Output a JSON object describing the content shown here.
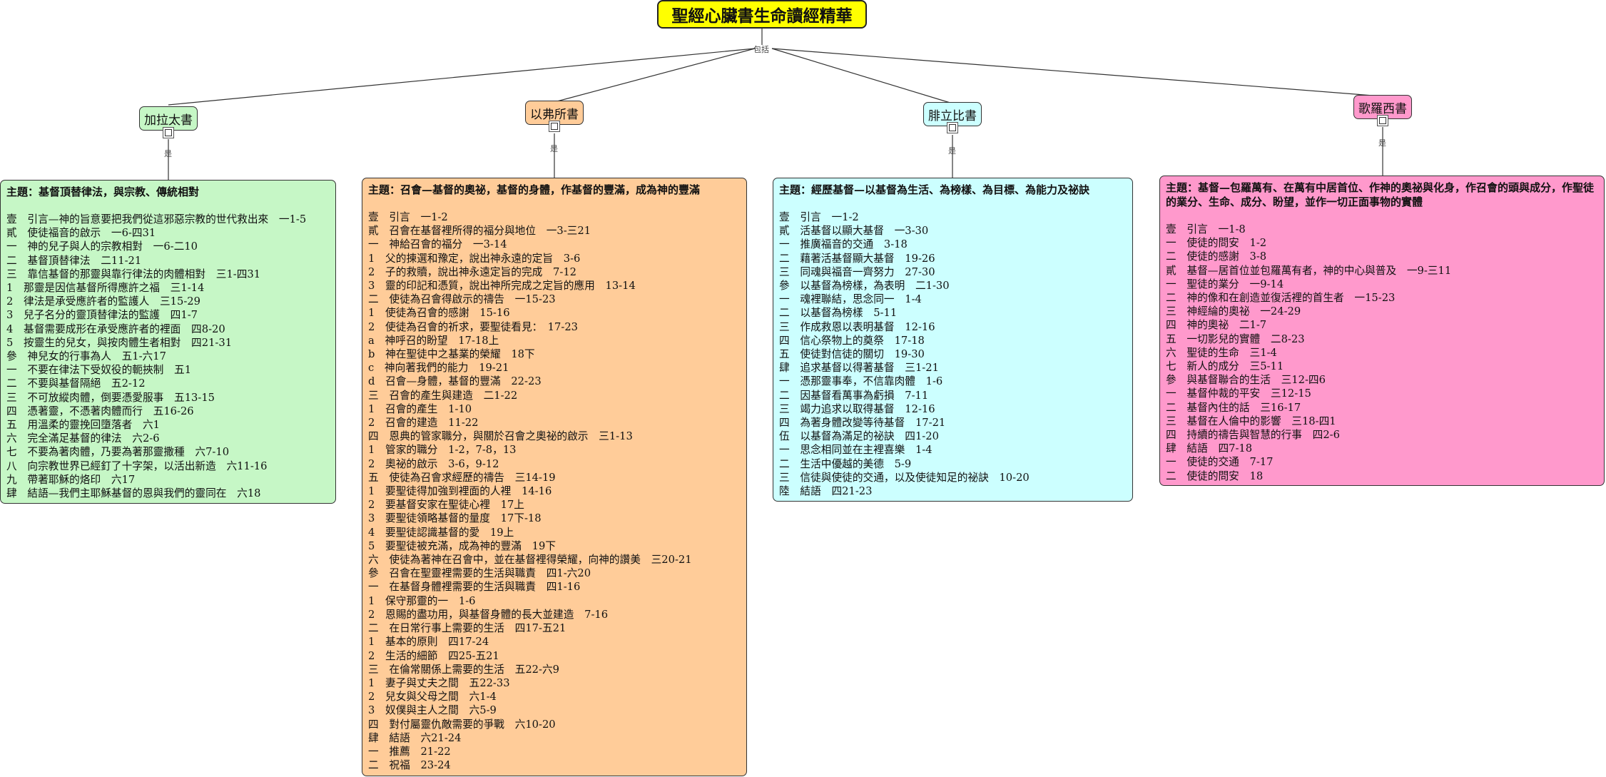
{
  "root": {
    "title": "聖經心臟書生命讀經精華",
    "connector_label": "包括"
  },
  "colors": {
    "root": "#ffff00",
    "galatians": "#c6f7c6",
    "ephesians": "#ffcc99",
    "philippians": "#ccffff",
    "colossians": "#ff99cc"
  },
  "books": [
    {
      "name": "加拉太書",
      "link_label": "是",
      "theme": "主題：基督頂替律法，與宗教、傳統相對",
      "lines": [
        "壹　引言—神的旨意要把我們從這邪惡宗教的世代救出來　一1-5",
        "貳　使徒福音的啟示　一6-四31",
        "一　神的兒子與人的宗教相對　一6-二10",
        "二　基督頂替律法　二11-21",
        "三　靠信基督的那靈與靠行律法的肉體相對　三1-四31",
        "1　那靈是因信基督所得應許之福　三1-14",
        "2　律法是承受應許者的監護人　三15-29",
        "3　兒子名分的靈頂替律法的監護　四1-7",
        "4　基督需要成形在承受應許者的裡面　四8-20",
        "5　按靈生的兒女，與按肉體生者相對　四21-31",
        "參　神兒女的行事為人　五1-六17",
        "一　不要在律法下受奴役的軛挾制　五1",
        "二　不要與基督隔絕　五2-12",
        "三　不可放縱肉體，倒要憑愛服事　五13-15",
        "四　憑著靈，不憑著肉體而行　五16-26",
        "五　用溫柔的靈挽回墮落者　六1",
        "六　完全滿足基督的律法　六2-6",
        "七　不要為著肉體，乃要為著那靈撒種　六7-10",
        "八　向宗教世界已經釘了十字架，以活出新造　六11-16",
        "九　帶著耶穌的烙印　六17",
        "肆　結語—我們主耶穌基督的恩與我們的靈同在　六18"
      ]
    },
    {
      "name": "以弗所書",
      "link_label": "是",
      "theme": "主題：召會—基督的奧祕，基督的身體，作基督的豐滿，成為神的豐滿",
      "lines": [
        "壹　引言　一1-2",
        "貳　召會在基督裡所得的福分與地位　一3-三21",
        "一　神給召會的福分　一3-14",
        "1　父的揀選和豫定，說出神永遠的定旨　3-6",
        "2　子的救贖，說出神永遠定旨的完成　7-12",
        "3　靈的印記和憑質，說出神所完成之定旨的應用　13-14",
        "二　使徒為召會得啟示的禱告　一15-23",
        "1　使徒為召會的感謝　15-16",
        "2　使徒為召會的祈求，要聖徒看見：　17-23",
        "a　神呼召的盼望　17-18上",
        "b　神在聖徒中之基業的榮耀　18下",
        "c　神向著我們的能力　19-21",
        "d　召會—身體，基督的豐滿　22-23",
        "三　召會的產生與建造　二1-22",
        "1　召會的產生　1-10",
        "2　召會的建造　11-22",
        "四　恩典的管家職分，與關於召會之奧祕的啟示　三1-13",
        "1　管家的職分　1-2，7-8，13",
        "2　奧祕的啟示　3-6，9-12",
        "五　使徒為召會求經歷的禱告　三14-19",
        "1　要聖徒得加強到裡面的人裡　14-16",
        "2　要基督安家在聖徒心裡　17上",
        "3　要聖徒領略基督的量度　17下-18",
        "4　要聖徒認識基督的愛　19上",
        "5　要聖徒被充滿，成為神的豐滿　19下",
        "六　使徒為著神在召會中，並在基督裡得榮耀，向神的讚美　三20-21",
        "參　召會在聖靈裡需要的生活與職責　四1-六20",
        "一　在基督身體裡需要的生活與職責　四1-16",
        "1　保守那靈的一　1-6",
        "2　恩賜的盡功用，與基督身體的長大並建造　7-16",
        "二　在日常行事上需要的生活　四17-五21",
        "1　基本的原則　四17-24",
        "2　生活的細節　四25-五21",
        "三　在倫常關係上需要的生活　五22-六9",
        "1　妻子與丈夫之間　五22-33",
        "2　兒女與父母之間　六1-4",
        "3　奴僕與主人之間　六5-9",
        "四　對付屬靈仇敵需要的爭戰　六10-20",
        "肆　結語　六21-24",
        "一　推薦　21-22",
        "二　祝福　23-24"
      ]
    },
    {
      "name": "腓立比書",
      "link_label": "是",
      "theme": "主題：經歷基督—以基督為生活、為榜樣、為目標、為能力及祕訣",
      "lines": [
        "壹　引言　一1-2",
        "貳　活基督以顯大基督　一3-30",
        "一　推廣福音的交通　3-18",
        "二　藉著活基督顯大基督　19-26",
        "三　同魂與福音一齊努力　27-30",
        "參　以基督為榜樣，為表明　二1-30",
        "一　魂裡聯結，思念同一　1-4",
        "二　以基督為榜樣　5-11",
        "三　作成救恩以表明基督　12-16",
        "四　信心祭物上的奠祭　17-18",
        "五　使徒對信徒的關切　19-30",
        "肆　追求基督以得著基督　三1-21",
        "一　憑那靈事奉，不信靠肉體　1-6",
        "二　因基督看萬事為虧損　7-11",
        "三　竭力追求以取得基督　12-16",
        "四　為著身體改變等待基督　17-21",
        "伍　以基督為滿足的祕訣　四1-20",
        "一　思念相同並在主裡喜樂　1-4",
        "二　生活中優越的美德　5-9",
        "三　信徒與使徒的交通，以及使徒知足的祕訣　10-20",
        "陸　結語　四21-23"
      ]
    },
    {
      "name": "歌羅西書",
      "link_label": "是",
      "theme": "主題：基督—包羅萬有、在萬有中居首位、作神的奧祕與化身，作召會的頭與成分，作聖徒的業分、生命、成分、盼望，並作一切正面事物的實體",
      "lines": [
        "壹　引言　一1-8",
        "一　使徒的問安　1-2",
        "二　使徒的感謝　3-8",
        "貳　基督—居首位並包羅萬有者，神的中心與普及　一9-三11",
        "一　聖徒的業分　一9-14",
        "二　神的像和在創造並復活裡的首生者　一15-23",
        "三　神經綸的奧祕　一24-29",
        "四　神的奧祕　二1-7",
        "五　一切影兒的實體　二8-23",
        "六　聖徒的生命　三1-4",
        "七　新人的成分　三5-11",
        "參　與基督聯合的生活　三12-四6",
        "一　基督仲裁的平安　三12-15",
        "二　基督內住的話　三16-17",
        "三　基督在人倫中的影響　三18-四1",
        "四　持續的禱告與智慧的行事　四2-6",
        "肆　結語　四7-18",
        "一　使徒的交通　7-17",
        "二　使徒的問安　18"
      ]
    }
  ]
}
